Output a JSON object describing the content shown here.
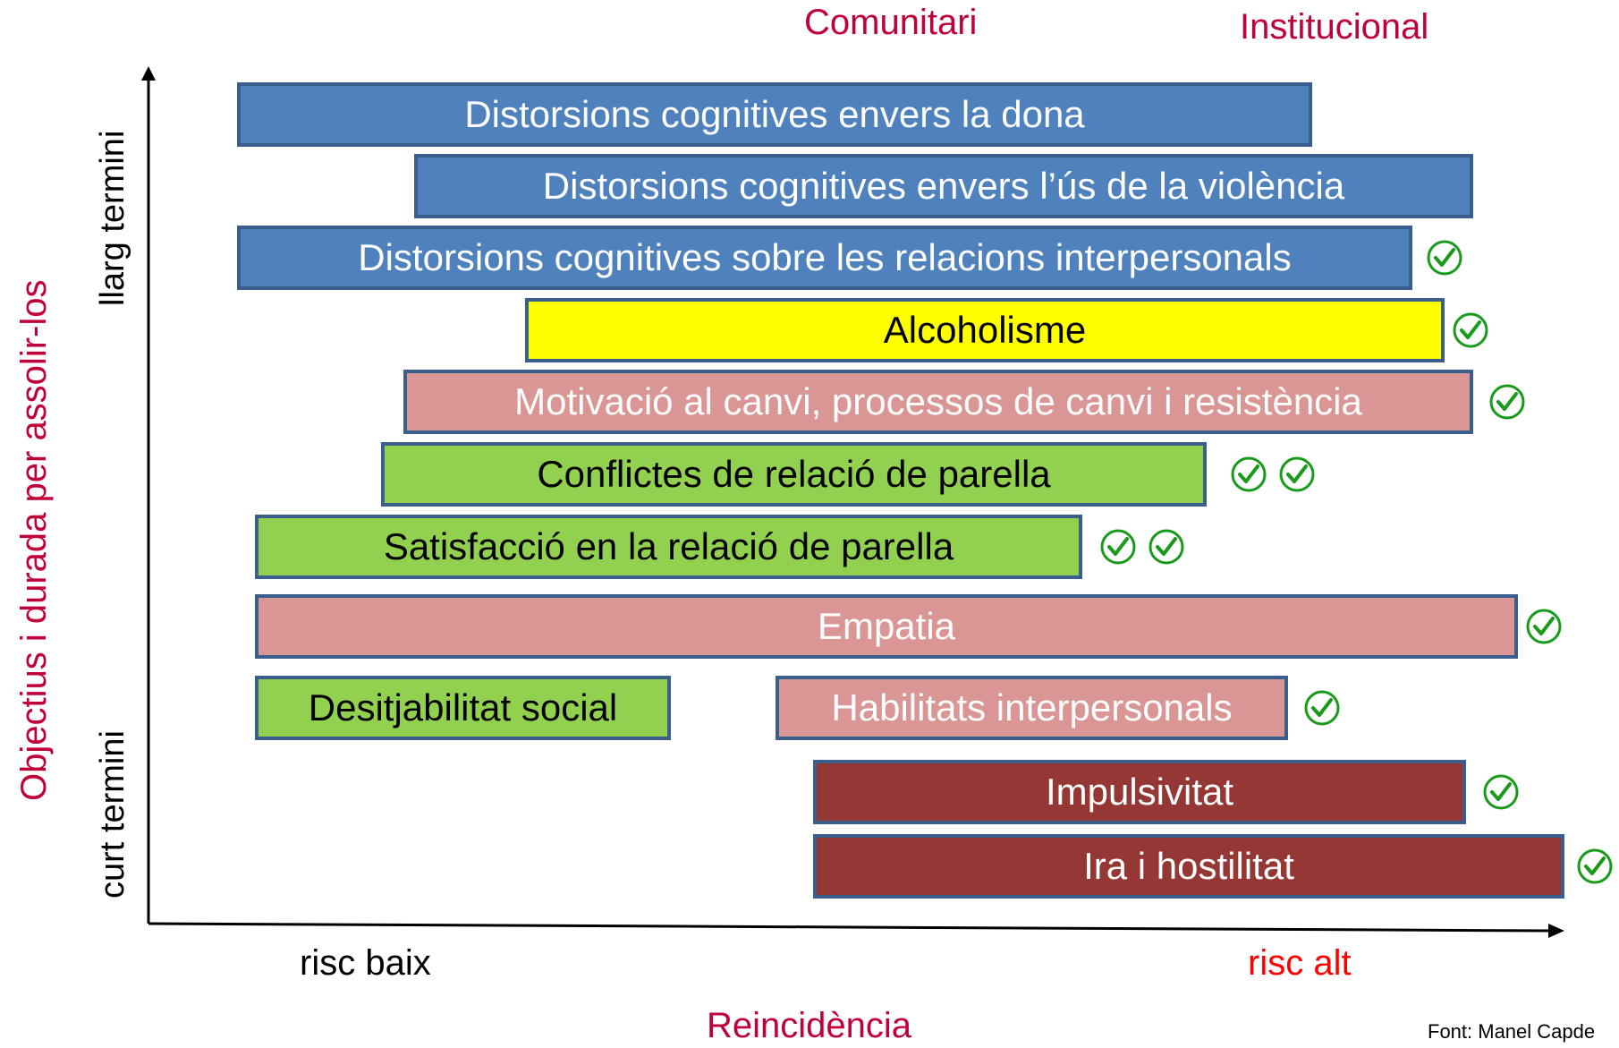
{
  "headers": {
    "comunitari": "Comunitari",
    "institucional": "Institucional"
  },
  "axes": {
    "y_title": "Objectius i durada per assolir-los",
    "y_top": "llarg termini",
    "y_bottom": "curt termini",
    "x_low": "risc baix",
    "x_high": "risc alt",
    "x_title": "Reincidència"
  },
  "source": "Font: Manel Capde",
  "colors": {
    "blue": "#4f81bd",
    "yellow": "#ffff00",
    "pink": "#d99694",
    "green": "#92d050",
    "dark_red": "#953735",
    "header_text": "#c0003a",
    "risc_alt": "#ff0000",
    "check": "#1a9a1a"
  },
  "bars": [
    {
      "label": "Distorsions cognitives envers la dona",
      "color": "blue",
      "checks": 0
    },
    {
      "label": "Distorsions cognitives envers l’ús de la violència",
      "color": "blue",
      "checks": 0
    },
    {
      "label": "Distorsions cognitives sobre les relacions interpersonals",
      "color": "blue",
      "checks": 1
    },
    {
      "label": "Alcoholisme",
      "color": "yellow",
      "checks": 1
    },
    {
      "label": "Motivació al canvi, processos de canvi i resistència",
      "color": "pink",
      "checks": 1
    },
    {
      "label": "Conflictes de relació de parella",
      "color": "green",
      "checks": 2
    },
    {
      "label": "Satisfacció en la relació de parella",
      "color": "green",
      "checks": 2
    },
    {
      "label": "Empatia",
      "color": "pink",
      "checks": 1
    },
    {
      "label": "Desitjabilitat social",
      "color": "green",
      "checks": 0
    },
    {
      "label": "Habilitats interpersonals",
      "color": "pink",
      "checks": 1
    },
    {
      "label": "Impulsivitat",
      "color": "dark_red",
      "checks": 1
    },
    {
      "label": "Ira i hostilitat",
      "color": "dark_red",
      "checks": 1
    }
  ],
  "icons": {
    "check": "check-circle-icon",
    "arrow_up": "arrow-up-icon",
    "arrow_right": "arrow-right-icon"
  }
}
